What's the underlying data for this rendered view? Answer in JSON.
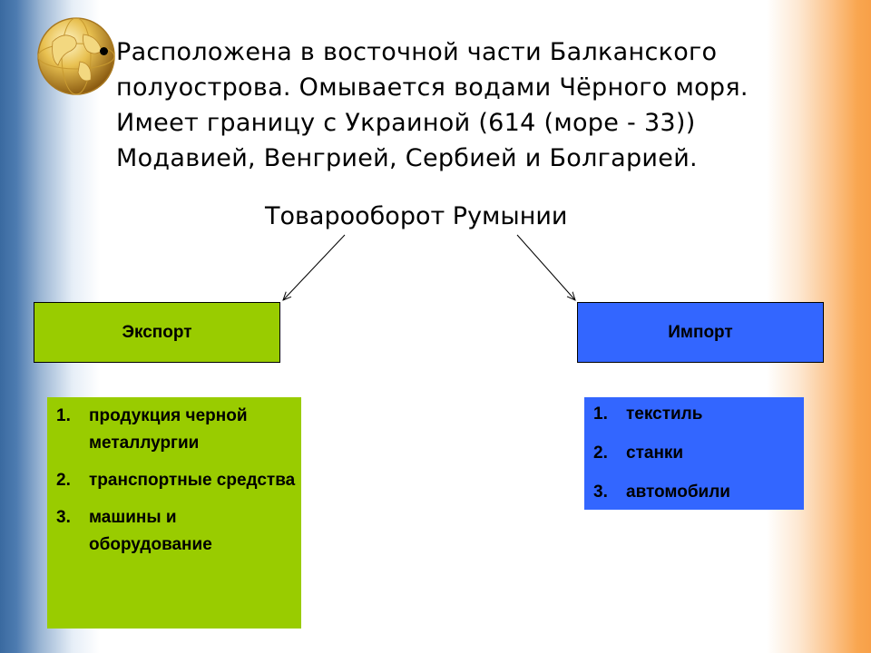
{
  "bullet_text_lines": [
    "Расположена в восточной части Балканского",
    "полуострова. Омывается водами Чёрного моря.",
    "Имеет границу с Украиной (614 (море - 33))",
    "Модавией, Венгрией, Сербией и Болгарией."
  ],
  "diagram": {
    "title": "Товарооборот Румынии",
    "export": {
      "label": "Экспорт",
      "items": [
        {
          "num": "1.",
          "text": "продукция черной металлургии"
        },
        {
          "num": "2.",
          "text": "транспортные средства"
        },
        {
          "num": "3.",
          "text": "машины и оборудование"
        }
      ]
    },
    "import": {
      "label": "Импорт",
      "items": [
        {
          "num": "1.",
          "text": "текстиль"
        },
        {
          "num": "2.",
          "text": "станки"
        },
        {
          "num": "3.",
          "text": "автомобили"
        }
      ]
    }
  },
  "colors": {
    "export_green": "#99cc00",
    "import_blue": "#3366ff",
    "left_edge_blue": "#3a6aa0",
    "right_edge_orange": "#f8a048"
  },
  "icons": {
    "globe": "globe-icon"
  }
}
